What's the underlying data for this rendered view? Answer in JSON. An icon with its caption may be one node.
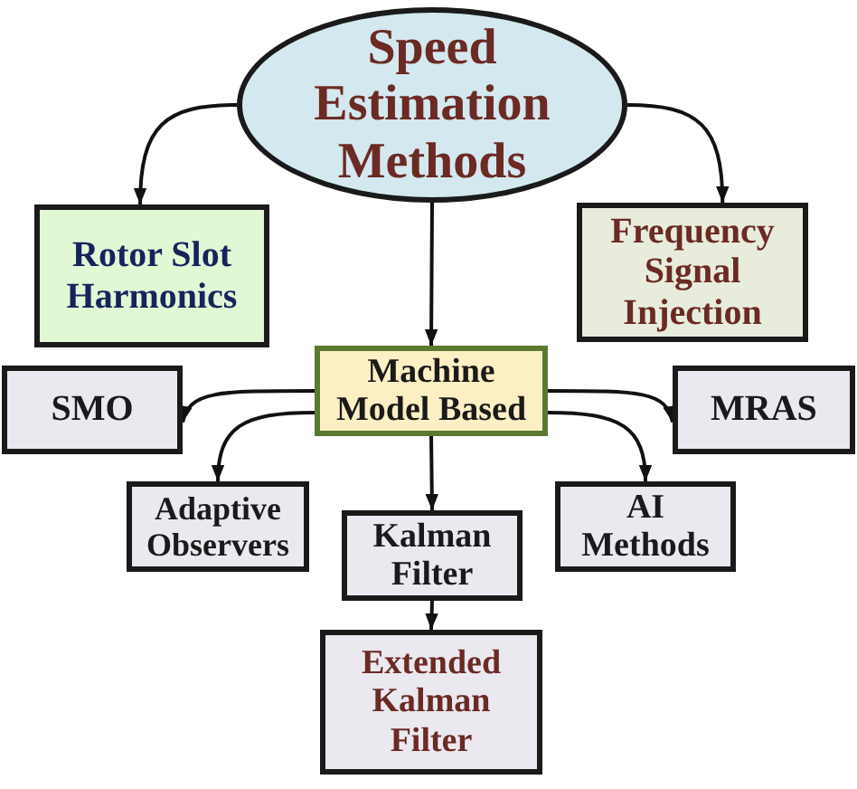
{
  "diagram": {
    "nodes": [
      {
        "text": [
          "Speed Estimation Methods"
        ]
      },
      {
        "text": [
          "Rotor Slot Harmonics"
        ]
      },
      {
        "text": [
          "Frequency Signal Injection"
        ]
      },
      {
        "text": [
          "Machine Model Based"
        ]
      },
      {
        "text": [
          "SMO"
        ]
      },
      {
        "text": [
          "MRAS"
        ]
      },
      {
        "text": [
          "Adaptive Observers"
        ]
      },
      {
        "text": [
          "Kalman Filter"
        ]
      },
      {
        "text": [
          "AI Methods"
        ]
      },
      {
        "text": [
          "Extended Kalman Filter"
        ]
      }
    ],
    "edges": [
      {
        "from": 0,
        "to": 1,
        "arrow": "to"
      },
      {
        "from": 0,
        "to": 2,
        "arrow": "to"
      },
      {
        "from": 0,
        "to": 3,
        "arrow": "to"
      },
      {
        "from": 3,
        "to": 4,
        "arrow": "to"
      },
      {
        "from": 3,
        "to": 5,
        "arrow": "to"
      },
      {
        "from": 3,
        "to": 6,
        "arrow": "to"
      },
      {
        "from": 3,
        "to": 7,
        "arrow": "to"
      },
      {
        "from": 3,
        "to": 8,
        "arrow": "to"
      },
      {
        "from": 7,
        "to": 9,
        "arrow": "to"
      }
    ]
  }
}
